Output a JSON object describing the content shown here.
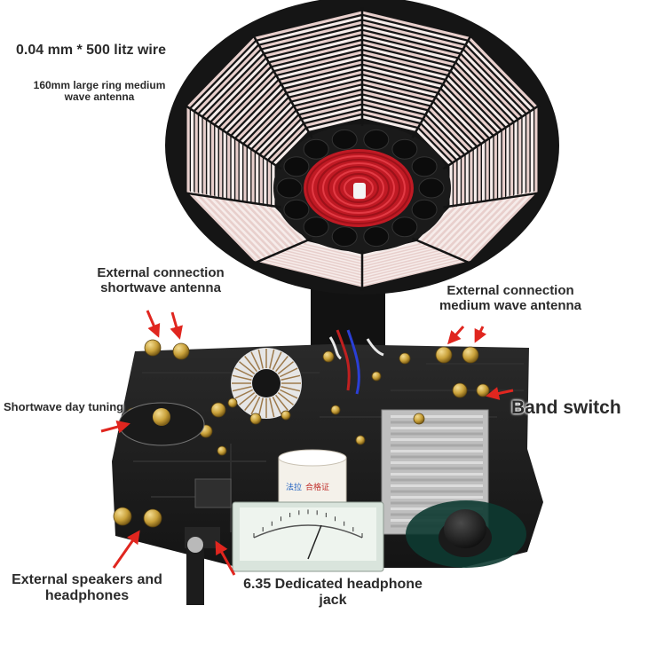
{
  "labels": {
    "litz_wire": "0.04 mm * 500 litz wire",
    "ring_antenna": "160mm large ring medium wave antenna",
    "shortwave_antenna": "External connection shortwave antenna",
    "mediumwave_antenna": "External connection medium wave antenna",
    "shortwave_tuning": "Shortwave day tuning",
    "band_switch": "Band switch",
    "speakers_headphones": "External speakers and headphones",
    "headphone_jack": "6.35 Dedicated headphone jack"
  },
  "board_markings": {
    "capacitor_brand": "法拉",
    "capacitor_text": "合格证"
  },
  "colors": {
    "arrow": "#e0261f",
    "board": "#1c1c1c",
    "coil_wire": "#f1e2e0",
    "inner_coil": "#d01c28",
    "brass": "#c9a13a",
    "meter_face": "#eef4ee"
  },
  "icons": [
    "arrow-pointer-icon"
  ]
}
